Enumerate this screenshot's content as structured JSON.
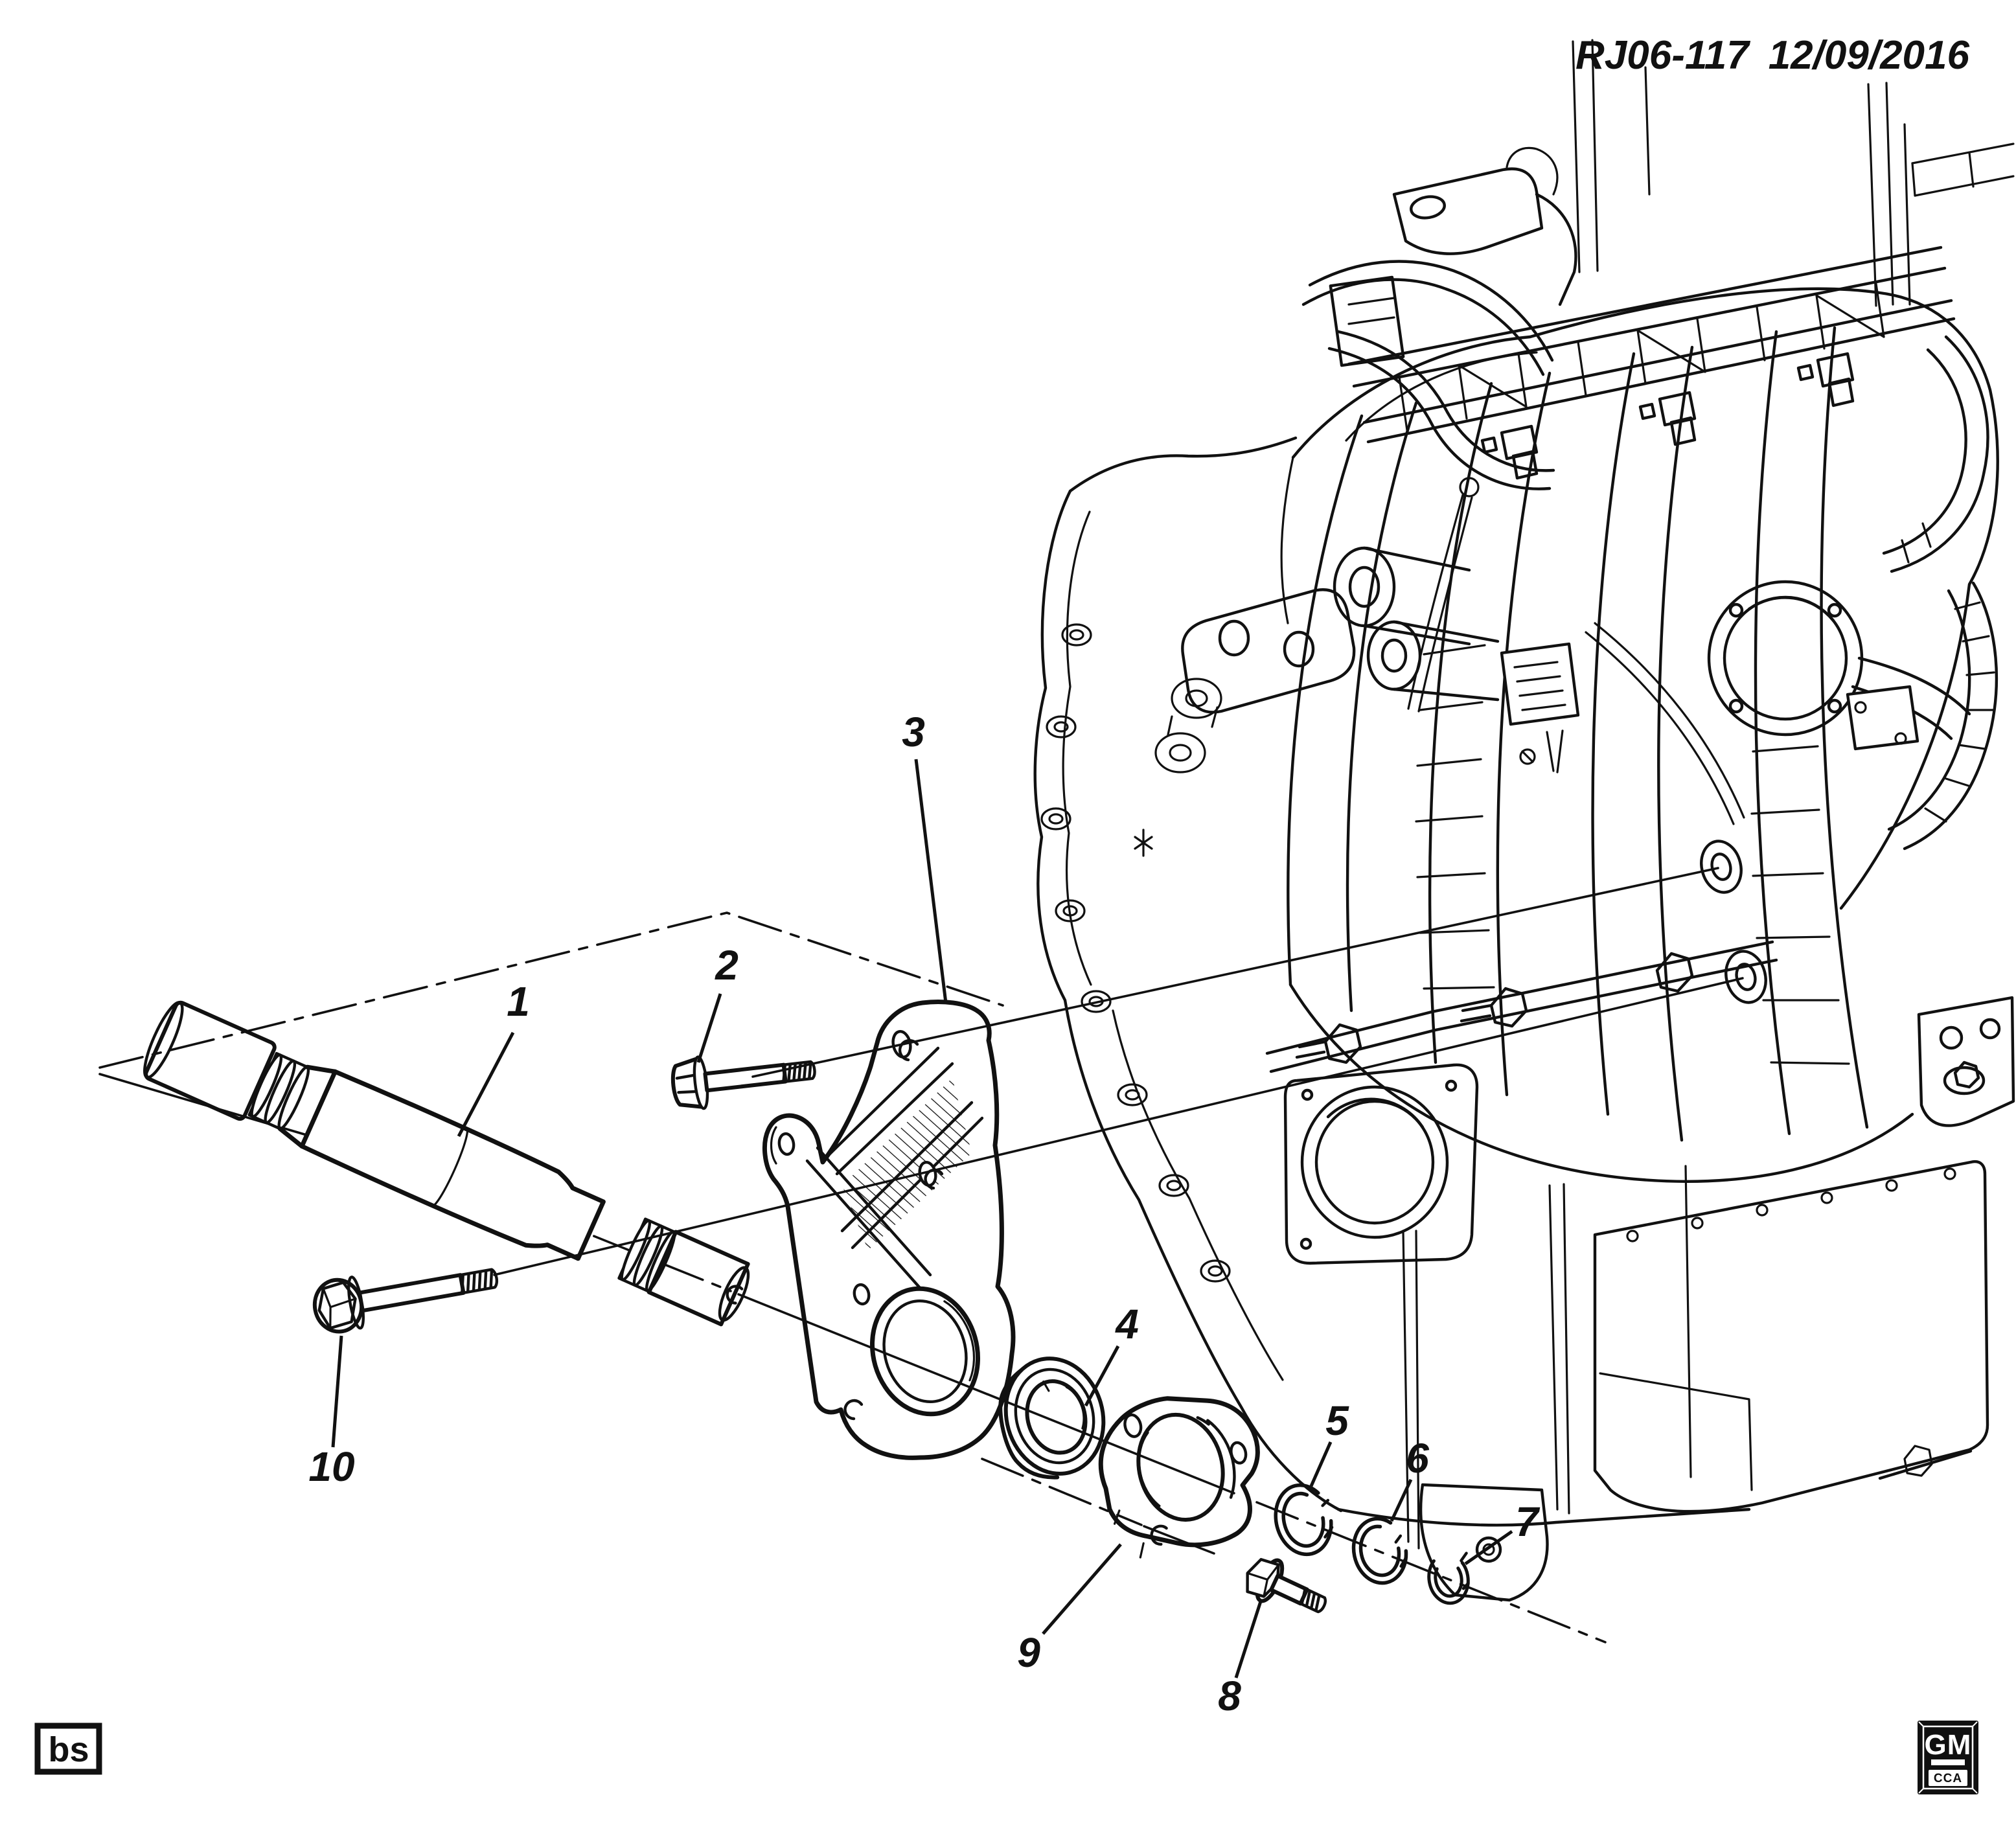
{
  "page": {
    "background": "#ffffff",
    "ink": "#111111",
    "type": "exploded-parts-line-drawing"
  },
  "header": {
    "code": "RJ06-117",
    "date": "12/09/2016"
  },
  "callouts": [
    {
      "label": "1"
    },
    {
      "label": "2"
    },
    {
      "label": "3"
    },
    {
      "label": "4"
    },
    {
      "label": "5"
    },
    {
      "label": "6"
    },
    {
      "label": "7"
    },
    {
      "label": "8"
    },
    {
      "label": "9"
    },
    {
      "label": "10"
    }
  ],
  "footer": {
    "initials": "bs",
    "logo": "GM",
    "logo_sub": "CCA"
  }
}
